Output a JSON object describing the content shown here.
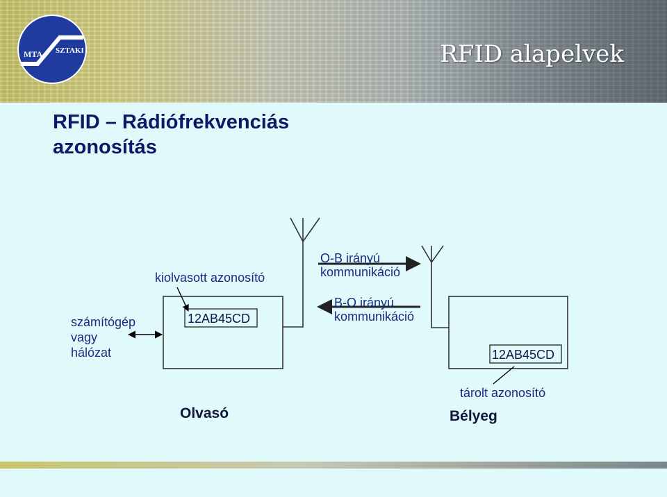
{
  "header": {
    "slide_title": "RFID alapelvek",
    "logo_left_text": "MTA",
    "logo_right_text": "SZTAKI"
  },
  "heading": {
    "line1": "RFID – Rádiófrekvenciás",
    "line2": "azonosítás"
  },
  "diagram": {
    "computer_label": [
      "számítógép",
      "vagy",
      "hálózat"
    ],
    "read_id_label": "kiolvasott azonosító",
    "reader_id_value": "12AB45CD",
    "reader_label": "Olvasó",
    "ob_line1": "O-B irányú",
    "ob_line2": "kommunikáció",
    "bo_line1": "B-O irányú",
    "bo_line2": "kommunikáció",
    "tag_id_value": "12AB45CD",
    "stored_id_label": "tárolt azonosító",
    "tag_label": "Bélyeg"
  },
  "colors": {
    "background": "#e0fafc",
    "heading": "#0a1a66",
    "label": "#1a2a80",
    "logo": "#1f3b9e"
  }
}
